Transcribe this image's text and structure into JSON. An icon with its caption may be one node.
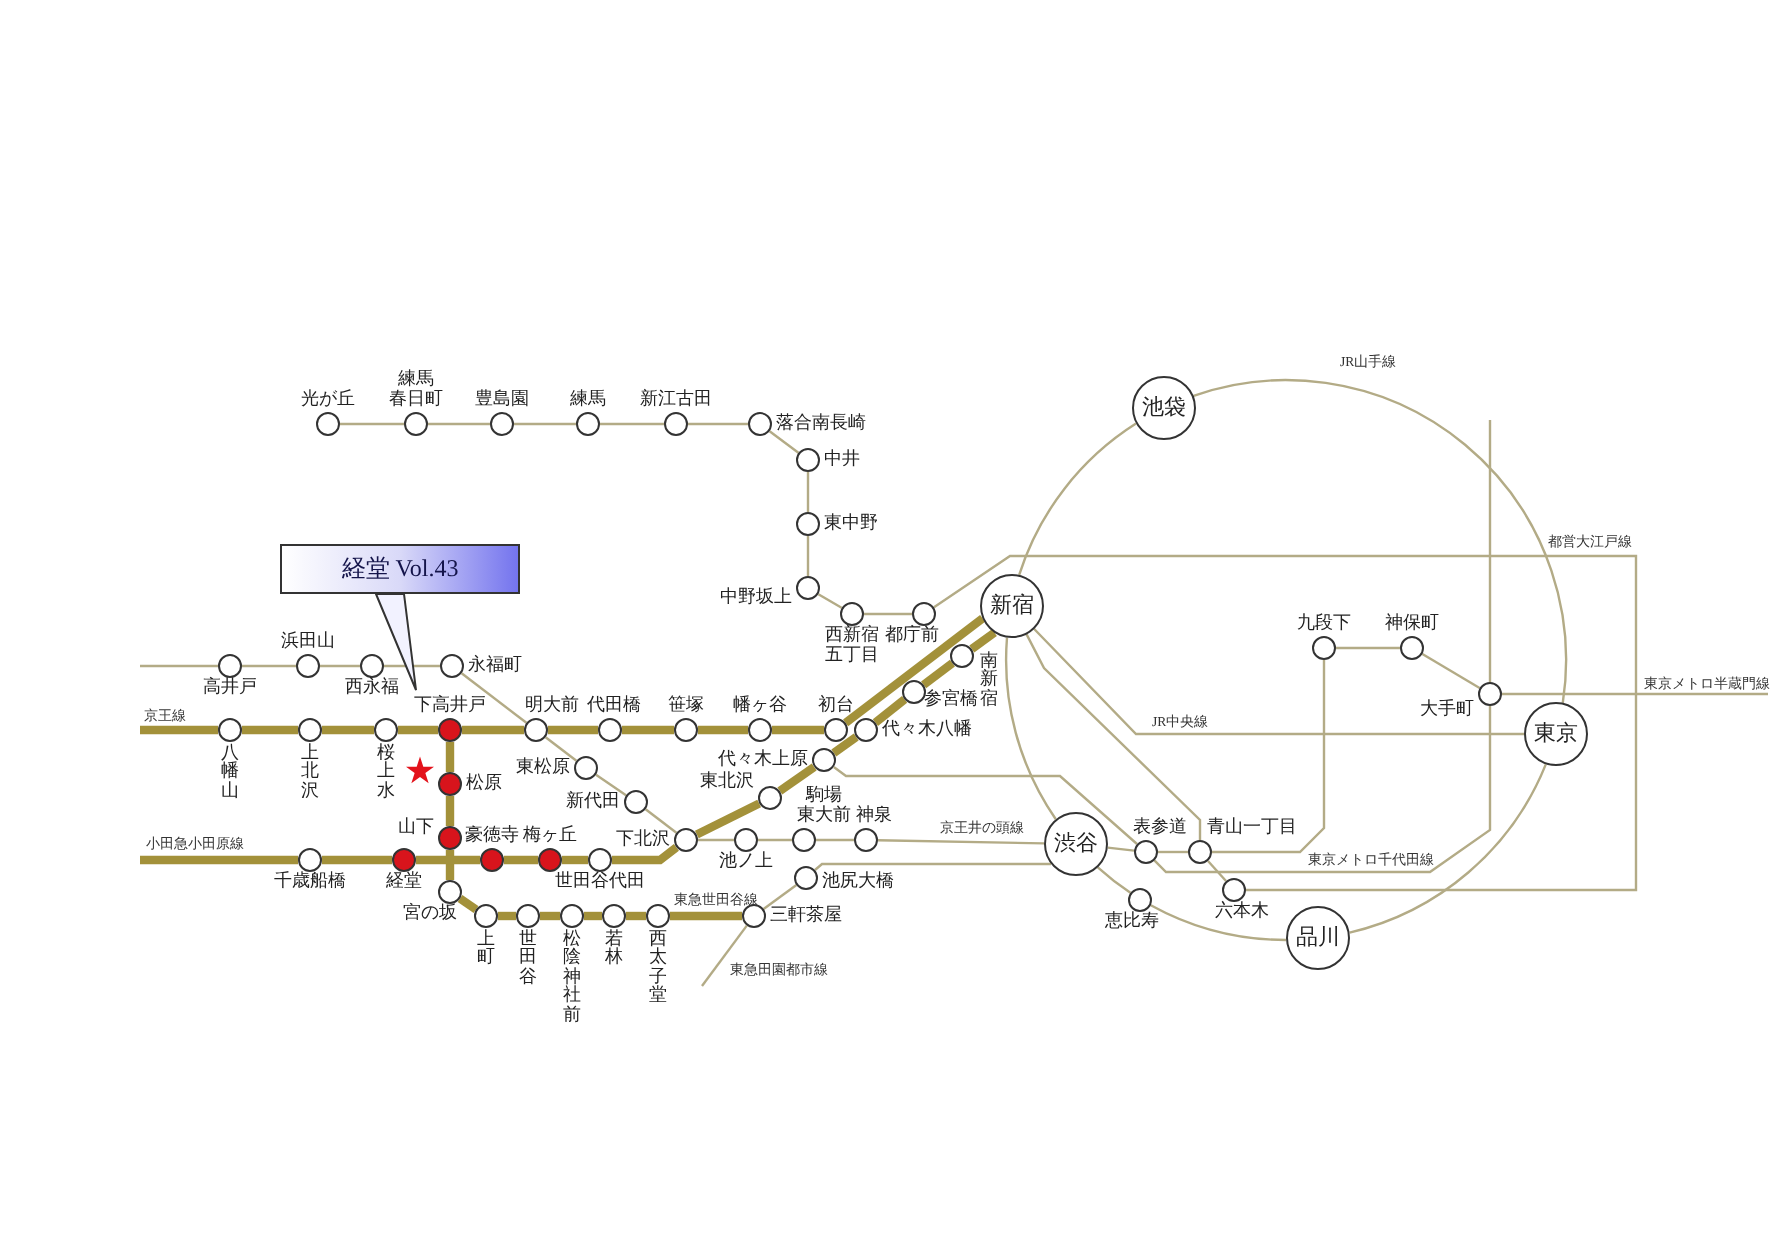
{
  "diagram": {
    "nodes": [
      {
        "text": [
          "光が丘"
        ]
      },
      {
        "text": [
          "練馬春日町"
        ]
      },
      {
        "text": [
          "豊島園"
        ]
      },
      {
        "text": [
          "練馬"
        ]
      },
      {
        "text": [
          "新江古田"
        ]
      },
      {
        "text": [
          "落合南長崎"
        ]
      },
      {
        "text": [
          "池袋"
        ]
      },
      {
        "text": [
          "中井"
        ]
      },
      {
        "text": [
          "東中野"
        ]
      },
      {
        "text": [
          "経堂 Vol.43"
        ]
      },
      {
        "text": [
          "中野坂上"
        ]
      },
      {
        "text": [
          "新宿"
        ]
      },
      {
        "text": [
          "西新宿五丁目"
        ]
      },
      {
        "text": [
          "都庁前"
        ]
      },
      {
        "text": [
          "九段下"
        ]
      },
      {
        "text": [
          "神保町"
        ]
      },
      {
        "text": [
          "南新宿"
        ]
      },
      {
        "text": [
          "高井戸"
        ]
      },
      {
        "text": [
          "浜田山"
        ]
      },
      {
        "text": [
          "西永福"
        ]
      },
      {
        "text": [
          "永福町"
        ]
      },
      {
        "text": [
          "参宮橋"
        ]
      },
      {
        "text": [
          "大手町"
        ]
      },
      {
        "text": [
          "八幡山"
        ]
      },
      {
        "text": [
          "上北沢"
        ]
      },
      {
        "text": [
          "桜上水"
        ]
      },
      {
        "text": [
          "下高井戸"
        ]
      },
      {
        "text": [
          "明大前"
        ]
      },
      {
        "text": [
          "代田橋"
        ]
      },
      {
        "text": [
          "笹塚"
        ]
      },
      {
        "text": [
          "幡ヶ谷"
        ]
      },
      {
        "text": [
          "初台"
        ]
      },
      {
        "text": [
          "代々木八幡"
        ]
      },
      {
        "text": [
          "東京"
        ]
      },
      {
        "text": [
          "代々木上原"
        ]
      },
      {
        "text": [
          "東松原"
        ]
      },
      {
        "text": [
          "松原"
        ]
      },
      {
        "text": [
          "東北沢"
        ]
      },
      {
        "text": [
          "新代田"
        ]
      },
      {
        "text": [
          "山下"
        ]
      },
      {
        "text": [
          "下北沢"
        ]
      },
      {
        "text": [
          "池ノ上"
        ]
      },
      {
        "text": [
          "駒場東大前"
        ]
      },
      {
        "text": [
          "神泉"
        ]
      },
      {
        "text": [
          "渋谷"
        ]
      },
      {
        "text": [
          "表参道"
        ]
      },
      {
        "text": [
          "青山一丁目"
        ]
      },
      {
        "text": [
          "千歳船橋"
        ]
      },
      {
        "text": [
          "経堂"
        ]
      },
      {
        "text": [
          "豪徳寺"
        ]
      },
      {
        "text": [
          "梅ヶ丘"
        ]
      },
      {
        "text": [
          "世田谷代田"
        ]
      },
      {
        "text": [
          "池尻大橋"
        ]
      },
      {
        "text": [
          "六本木"
        ]
      },
      {
        "text": [
          "宮の坂"
        ]
      },
      {
        "text": [
          "恵比寿"
        ]
      },
      {
        "text": [
          "上町"
        ]
      },
      {
        "text": [
          "世田谷"
        ]
      },
      {
        "text": [
          "松陰神社前"
        ]
      },
      {
        "text": [
          "若林"
        ]
      },
      {
        "text": [
          "西太子堂"
        ]
      },
      {
        "text": [
          "三軒茶屋"
        ]
      },
      {
        "text": [
          "品川"
        ]
      }
    ],
    "edges": [
      {
        "from": 0,
        "to": 1,
        "arrow": "none"
      },
      {
        "from": 1,
        "to": 2,
        "arrow": "none"
      },
      {
        "from": 2,
        "to": 3,
        "arrow": "none"
      },
      {
        "from": 3,
        "to": 4,
        "arrow": "none"
      },
      {
        "from": 4,
        "to": 5,
        "arrow": "none"
      },
      {
        "from": 5,
        "to": 7,
        "arrow": "none"
      },
      {
        "from": 7,
        "to": 8,
        "arrow": "none"
      },
      {
        "from": 8,
        "to": 10,
        "arrow": "none"
      },
      {
        "from": 10,
        "to": 12,
        "arrow": "none"
      },
      {
        "from": 12,
        "to": 13,
        "arrow": "none"
      },
      {
        "from": 13,
        "to": 53,
        "arrow": "none",
        "label": "都営大江戸線"
      },
      {
        "from": 11,
        "to": 46,
        "arrow": "none"
      },
      {
        "from": 46,
        "to": 53,
        "arrow": "none"
      },
      {
        "from": null,
        "to": 17,
        "arrow": "none"
      },
      {
        "from": 17,
        "to": 18,
        "arrow": "none"
      },
      {
        "from": 18,
        "to": 19,
        "arrow": "none"
      },
      {
        "from": 19,
        "to": 20,
        "arrow": "none"
      },
      {
        "from": 20,
        "to": 27,
        "arrow": "none"
      },
      {
        "from": 27,
        "to": 35,
        "arrow": "none"
      },
      {
        "from": 35,
        "to": 38,
        "arrow": "none"
      },
      {
        "from": 38,
        "to": 40,
        "arrow": "none"
      },
      {
        "from": 40,
        "to": 41,
        "arrow": "none"
      },
      {
        "from": 41,
        "to": 42,
        "arrow": "none"
      },
      {
        "from": 42,
        "to": 43,
        "arrow": "none"
      },
      {
        "from": 43,
        "to": 44,
        "arrow": "none",
        "label": "京王井の頭線"
      },
      {
        "from": null,
        "to": 23,
        "arrow": "none",
        "label": "京王線",
        "style": "thick",
        "color": "#a3913a"
      },
      {
        "from": 23,
        "to": 24,
        "arrow": "none",
        "style": "thick",
        "color": "#a3913a"
      },
      {
        "from": 24,
        "to": 25,
        "arrow": "none",
        "style": "thick",
        "color": "#a3913a"
      },
      {
        "from": 25,
        "to": 26,
        "arrow": "none",
        "style": "thick",
        "color": "#a3913a"
      },
      {
        "from": 26,
        "to": 27,
        "arrow": "none",
        "style": "thick",
        "color": "#a3913a"
      },
      {
        "from": 27,
        "to": 28,
        "arrow": "none",
        "style": "thick",
        "color": "#a3913a"
      },
      {
        "from": 28,
        "to": 29,
        "arrow": "none",
        "style": "thick",
        "color": "#a3913a"
      },
      {
        "from": 29,
        "to": 30,
        "arrow": "none",
        "style": "thick",
        "color": "#a3913a"
      },
      {
        "from": 30,
        "to": 31,
        "arrow": "none",
        "style": "thick",
        "color": "#a3913a"
      },
      {
        "from": 31,
        "to": 11,
        "arrow": "none",
        "style": "thick",
        "color": "#a3913a"
      },
      {
        "from": 26,
        "to": 36,
        "arrow": "none",
        "style": "thick",
        "color": "#a3913a"
      },
      {
        "from": 36,
        "to": 39,
        "arrow": "none",
        "style": "thick",
        "color": "#a3913a"
      },
      {
        "from": 39,
        "to": 54,
        "arrow": "none",
        "style": "thick",
        "color": "#a3913a"
      },
      {
        "from": 54,
        "to": 56,
        "arrow": "none",
        "style": "thick",
        "color": "#a3913a"
      },
      {
        "from": 56,
        "to": 57,
        "arrow": "none",
        "style": "thick",
        "color": "#a3913a"
      },
      {
        "from": 57,
        "to": 58,
        "arrow": "none",
        "style": "thick",
        "color": "#a3913a"
      },
      {
        "from": 58,
        "to": 59,
        "arrow": "none",
        "style": "thick",
        "color": "#a3913a"
      },
      {
        "from": 59,
        "to": 60,
        "arrow": "none",
        "style": "thick",
        "color": "#a3913a"
      },
      {
        "from": 60,
        "to": 61,
        "arrow": "none",
        "label": "東急世田谷線",
        "style": "thick",
        "color": "#a3913a"
      },
      {
        "from": null,
        "to": 47,
        "arrow": "none",
        "label": "小田急小田原線",
        "style": "thick",
        "color": "#a3913a"
      },
      {
        "from": 47,
        "to": 48,
        "arrow": "none",
        "style": "thick",
        "color": "#a3913a"
      },
      {
        "from": 48,
        "to": 49,
        "arrow": "none",
        "style": "thick",
        "color": "#a3913a"
      },
      {
        "from": 49,
        "to": 50,
        "arrow": "none",
        "style": "thick",
        "color": "#a3913a"
      },
      {
        "from": 50,
        "to": 51,
        "arrow": "none",
        "style": "thick",
        "color": "#a3913a"
      },
      {
        "from": 51,
        "to": 40,
        "arrow": "none",
        "style": "thick",
        "color": "#a3913a"
      },
      {
        "from": 40,
        "to": 37,
        "arrow": "none",
        "style": "thick",
        "color": "#a3913a"
      },
      {
        "from": 37,
        "to": 34,
        "arrow": "none",
        "style": "thick",
        "color": "#a3913a"
      },
      {
        "from": 34,
        "to": 32,
        "arrow": "none",
        "style": "thick",
        "color": "#a3913a"
      },
      {
        "from": 32,
        "to": 21,
        "arrow": "none",
        "style": "thick",
        "color": "#a3913a"
      },
      {
        "from": 21,
        "to": 16,
        "arrow": "none",
        "style": "thick",
        "color": "#a3913a"
      },
      {
        "from": 16,
        "to": 11,
        "arrow": "none",
        "style": "thick",
        "color": "#a3913a"
      },
      {
        "from": null,
        "to": 61,
        "arrow": "none",
        "label": "東急田園都市線"
      },
      {
        "from": 61,
        "to": 52,
        "arrow": "none"
      },
      {
        "from": 52,
        "to": 44,
        "arrow": "none"
      },
      {
        "from": 34,
        "to": 45,
        "arrow": "none"
      },
      {
        "from": 45,
        "to": 22,
        "arrow": "none",
        "label": "東京メトロ千代田線"
      },
      {
        "from": 22,
        "to": null,
        "arrow": "none"
      },
      {
        "from": 44,
        "to": 45,
        "arrow": "none"
      },
      {
        "from": 45,
        "to": 46,
        "arrow": "none"
      },
      {
        "from": 46,
        "to": 14,
        "arrow": "none"
      },
      {
        "from": 14,
        "to": 15,
        "arrow": "none"
      },
      {
        "from": 15,
        "to": 22,
        "arrow": "none"
      },
      {
        "from": 22,
        "to": null,
        "arrow": "none",
        "label": "東京メトロ半蔵門線"
      },
      {
        "from": 11,
        "to": 33,
        "arrow": "none",
        "label": "JR中央線"
      },
      {
        "from": 11,
        "to": 6,
        "arrow": "none"
      },
      {
        "from": 6,
        "to": 33,
        "arrow": "none",
        "label": "JR山手線"
      },
      {
        "from": 33,
        "to": 62,
        "arrow": "none"
      },
      {
        "from": 62,
        "to": 55,
        "arrow": "none"
      },
      {
        "from": 55,
        "to": 44,
        "arrow": "none"
      },
      {
        "from": 44,
        "to": 11,
        "arrow": "none"
      }
    ]
  }
}
